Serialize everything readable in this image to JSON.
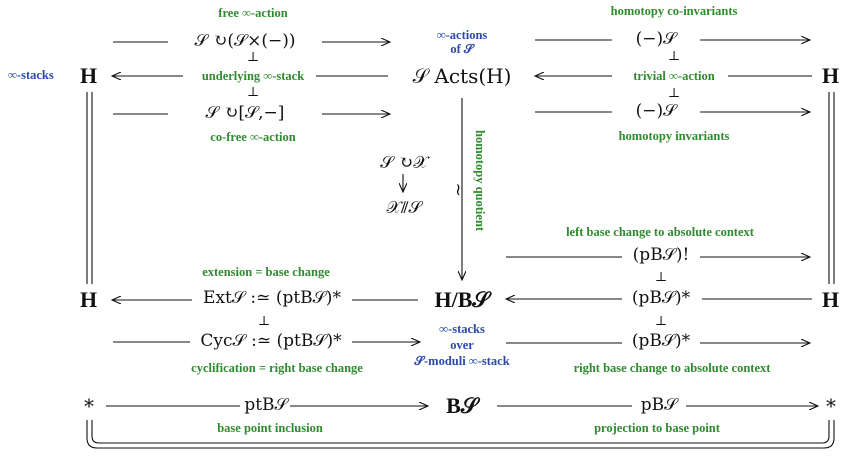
{
  "nodes": {
    "H_left_top": "H",
    "H_right_top": "H",
    "H_left_mid": "H",
    "H_right_mid": "H",
    "acts": "𝒮 Acts(H)",
    "H_over_BS": "H/B𝒮",
    "star_left": "*",
    "star_right": "*",
    "BS": "B𝒮"
  },
  "labels": {
    "stacks": "∞-stacks",
    "free_action_title": "free ∞-action",
    "free_action": "𝒮 ↻(𝒮×(−))",
    "underlying": "underlying ∞-stack",
    "cofree_action": "𝒮 ↻[𝒮,−]",
    "cofree_title": "co-free ∞-action",
    "actions_of_S_1": "∞-actions",
    "actions_of_S_2": "of 𝒮",
    "homotopy_coinv_title": "homotopy co-invariants",
    "coinv": "(−)𝒮",
    "trivial_action": "trivial ∞-action",
    "inv": "(−)𝒮",
    "homotopy_inv_title": "homotopy invariants",
    "action_map_top": "𝒮 ↻𝒳",
    "action_map_bottom": "𝒳⫽𝒮",
    "homotopy_quotient": "homotopy quotient",
    "left_base_change_title": "left base change to absolute context",
    "p_shriek": "(pB𝒮)!",
    "p_star": "(pB𝒮)*",
    "p_lower_star": "(pB𝒮)*",
    "right_base_change_title": "right base change to absolute context",
    "extension_title": "extension  =  base change",
    "ext": "Ext𝒮 :≃ (ptB𝒮)*",
    "cyc": "Cyc𝒮 :≃ (ptB𝒮)*",
    "cyclification_title": "cyclification   =   right base change",
    "stacks_over_1": "∞-stacks",
    "stacks_over_2": "over",
    "stacks_over_3": "𝒮-moduli ∞-stack",
    "pt_BS": "ptB𝒮",
    "p_BS": "pB𝒮",
    "base_point_inclusion": "base point inclusion",
    "projection_to_base_point": "projection to base point",
    "perp": "⊥",
    "tilde": "≀"
  },
  "colors": {
    "green": "#2e8b2e",
    "blue": "#2b4aa8",
    "black": "#111111"
  }
}
